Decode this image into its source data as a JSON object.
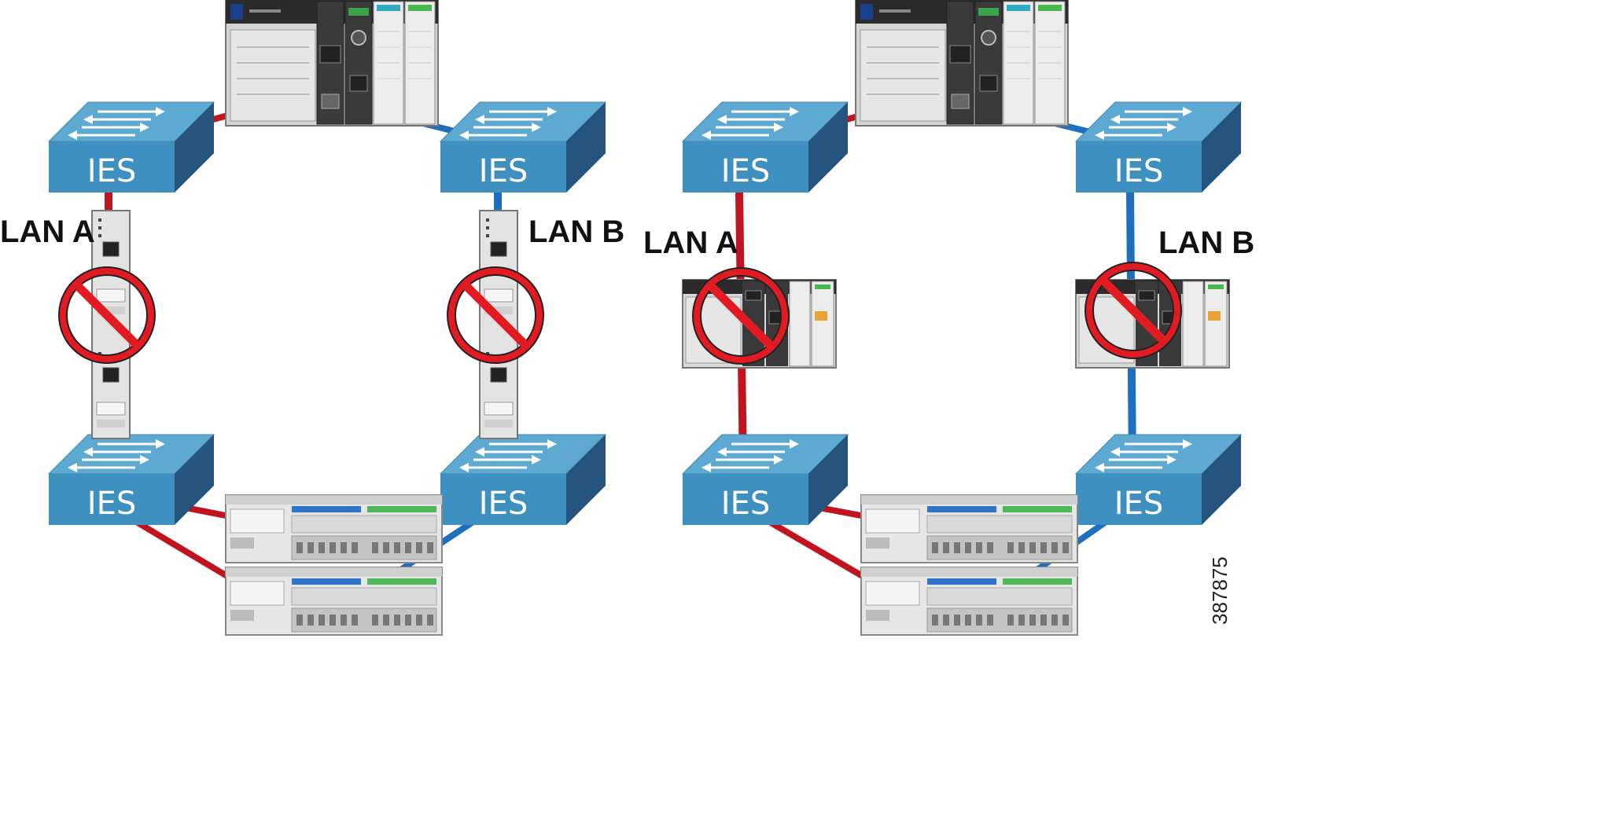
{
  "colors": {
    "lan_a": "#c0141f",
    "lan_b": "#1f6fbf",
    "switch_top": "#5ea9d2",
    "switch_front": "#3d90bf",
    "switch_side": "#25557f",
    "prohibit": "#e21b22"
  },
  "icons": {
    "switch": "ies-switch-icon",
    "controller": "controller-chassis-icon",
    "io": "io-module-icon",
    "redbox": "redbox-module-icon",
    "prohibit": "prohibited-icon"
  },
  "diagram": {
    "ies_label": "IES",
    "panels": [
      {
        "lan_a_label": "LAN A",
        "lan_b_label": "LAN B",
        "middle_device": "redbox"
      },
      {
        "lan_a_label": "LAN A",
        "lan_b_label": "LAN B",
        "middle_device": "chassis"
      }
    ],
    "figure_id": "387875"
  }
}
